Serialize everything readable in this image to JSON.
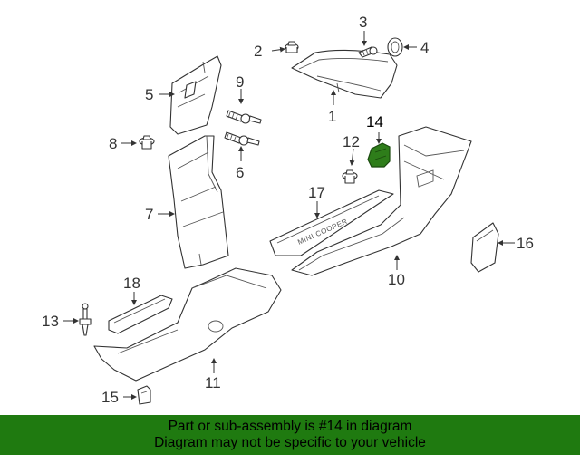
{
  "diagram": {
    "callouts": {
      "n1": "1",
      "n2": "2",
      "n3": "3",
      "n4": "4",
      "n5": "5",
      "n6": "6",
      "n7": "7",
      "n8": "8",
      "n9": "9",
      "n10": "10",
      "n11": "11",
      "n12": "12",
      "n13": "13",
      "n14": "14",
      "n15": "15",
      "n16": "16",
      "n17": "17",
      "n18": "18"
    },
    "sill_plate_text": "MINI COOPER",
    "highlighted_part": "14",
    "highlight_color": "#2e7d1a"
  },
  "banner": {
    "line1": "Part or sub-assembly is #14 in diagram",
    "line2": "Diagram may not be specific to your vehicle",
    "background": "#1f7a10"
  }
}
